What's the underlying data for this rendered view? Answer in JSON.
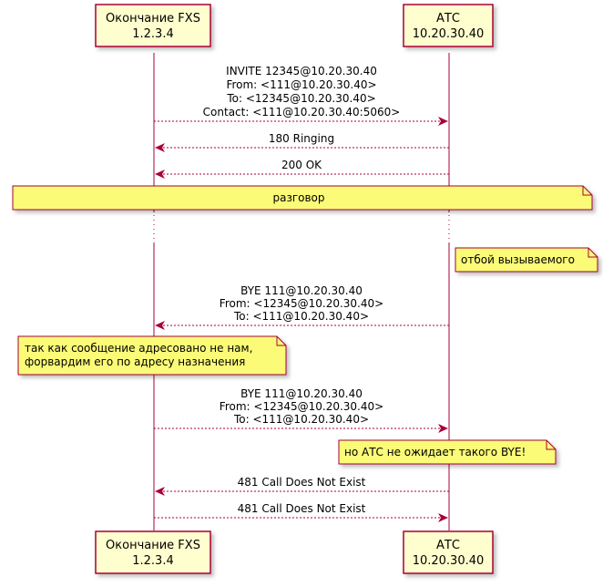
{
  "participants": [
    {
      "id": "fxs",
      "name": "Окончание FXS",
      "address": "1.2.3.4"
    },
    {
      "id": "atc",
      "name": "АТС",
      "address": "10.20.30.40"
    }
  ],
  "messages": [
    {
      "from": "fxs",
      "to": "atc",
      "lines": [
        "INVITE 12345@10.20.30.40",
        "From: <111@10.20.30.40>",
        "To: <12345@10.20.30.40>",
        "Contact: <111@10.20.30.40:5060>"
      ]
    },
    {
      "from": "atc",
      "to": "fxs",
      "lines": [
        "180 Ringing"
      ]
    },
    {
      "from": "atc",
      "to": "fxs",
      "lines": [
        "200 OK"
      ]
    },
    {
      "from": "atc",
      "to": "fxs",
      "lines": [
        "BYE 111@10.20.30.40",
        "From: <12345@10.20.30.40>",
        "To: <111@10.20.30.40>"
      ]
    },
    {
      "from": "fxs",
      "to": "atc",
      "lines": [
        "BYE 111@10.20.30.40",
        "From: <12345@10.20.30.40>",
        "To: <111@10.20.30.40>"
      ]
    },
    {
      "from": "atc",
      "to": "fxs",
      "lines": [
        "481 Call Does Not Exist"
      ]
    },
    {
      "from": "fxs",
      "to": "atc",
      "lines": [
        "481 Call Does Not Exist"
      ]
    }
  ],
  "notes": [
    {
      "lines": [
        "разговор"
      ]
    },
    {
      "lines": [
        "отбой вызываемого"
      ]
    },
    {
      "lines": [
        "так как сообщение адресовано не нам,",
        "форвардим его по адресу назначения"
      ]
    },
    {
      "lines": [
        "но АТС не ожидает такого BYE!"
      ]
    }
  ],
  "colors": {
    "participant_fill": "#FEFECE",
    "participant_border": "#A80036",
    "arrow": "#A80036",
    "lifeline": "#A80036",
    "note_fill": "#FBFB77",
    "note_border": "#A80036"
  }
}
